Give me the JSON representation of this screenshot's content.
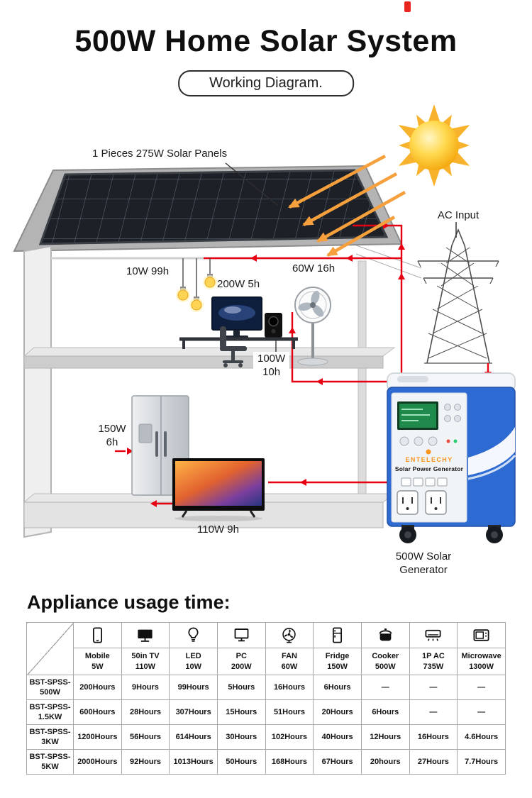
{
  "header": {
    "title": "500W Home Solar System",
    "badge": "Working Diagram."
  },
  "diagram": {
    "panel_label": "1 Pieces 275W Solar Panels",
    "ac_input_label": "AC Input",
    "light_label": "10W 99h",
    "monitor_label": "200W 5h",
    "fan_label": "60W 16h",
    "speaker_label": {
      "line1": "100W",
      "line2": "10h"
    },
    "fridge_label": {
      "line1": "150W",
      "line2": "6h"
    },
    "tv_label": "110W 9h",
    "generator_label": {
      "line1": "500W Solar",
      "line2": "Generator"
    },
    "generator_brand": "ENTELECHY",
    "generator_model": "Solar Power Generator"
  },
  "usage": {
    "heading": "Appliance usage time:",
    "columns": [
      {
        "icon": "mobile-icon",
        "name": "Mobile",
        "watt": "5W"
      },
      {
        "icon": "tv-icon",
        "name": "50in TV",
        "watt": "110W"
      },
      {
        "icon": "led-icon",
        "name": "LED",
        "watt": "10W"
      },
      {
        "icon": "pc-icon",
        "name": "PC",
        "watt": "200W"
      },
      {
        "icon": "fan-icon",
        "name": "FAN",
        "watt": "60W"
      },
      {
        "icon": "fridge-icon",
        "name": "Fridge",
        "watt": "150W"
      },
      {
        "icon": "cooker-icon",
        "name": "Cooker",
        "watt": "500W"
      },
      {
        "icon": "ac-icon",
        "name": "1P AC",
        "watt": "735W"
      },
      {
        "icon": "microwave-icon",
        "name": "Microwave",
        "watt": "1300W"
      }
    ],
    "rows": [
      {
        "model": "BST-SPSS-500W",
        "values": [
          "200Hours",
          "9Hours",
          "99Hours",
          "5Hours",
          "16Hours",
          "6Hours",
          "—",
          "—",
          "—"
        ]
      },
      {
        "model": "BST-SPSS-1.5KW",
        "values": [
          "600Hours",
          "28Hours",
          "307Hours",
          "15Hours",
          "51Hours",
          "20Hours",
          "6Hours",
          "—",
          "—"
        ]
      },
      {
        "model": "BST-SPSS-3KW",
        "values": [
          "1200Hours",
          "56Hours",
          "614Hours",
          "30Hours",
          "102Hours",
          "40Hours",
          "12Hours",
          "16Hours",
          "4.6Hours"
        ]
      },
      {
        "model": "BST-SPSS-5KW",
        "values": [
          "2000Hours",
          "92Hours",
          "1013Hours",
          "50Hours",
          "168Hours",
          "67Hours",
          "20hours",
          "27Hours",
          "7.7Hours"
        ]
      }
    ]
  },
  "colors": {
    "accent_orange": "#f7941d",
    "wire_red": "#e60012",
    "generator_blue": "#2d6ad2",
    "sun_yellow": "#ffd94f"
  }
}
